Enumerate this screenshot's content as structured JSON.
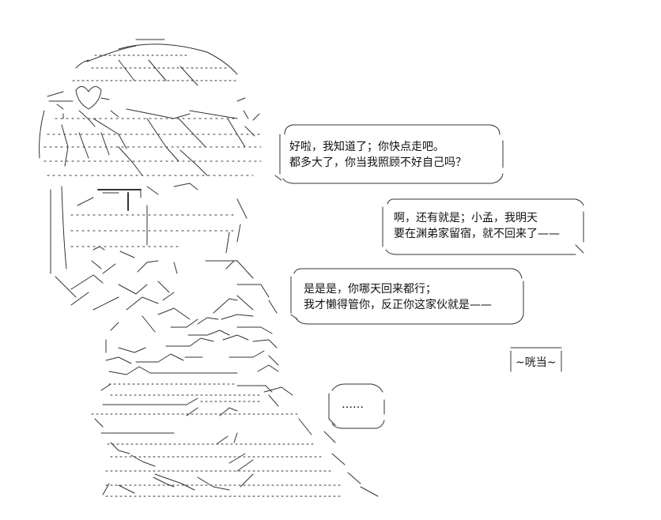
{
  "bubbles": [
    {
      "id": "bubble-1",
      "lines": [
        "好啦，我知道了；你快点走吧。",
        "都多大了，你当我照顾不好自己吗？"
      ]
    },
    {
      "id": "bubble-2",
      "lines": [
        "啊，还有就是；小孟，我明天",
        "要在渊弟家留宿，就不回来了——"
      ]
    },
    {
      "id": "bubble-3",
      "lines": [
        "是是是，你哪天回来都行；",
        "我才懒得管你，反正你这家伙就是——"
      ]
    },
    {
      "id": "bubble-4",
      "lines": [
        "……"
      ]
    }
  ],
  "sound_effect": "~咣当~",
  "colors": {
    "ink": "#222222",
    "background": "#ffffff"
  }
}
